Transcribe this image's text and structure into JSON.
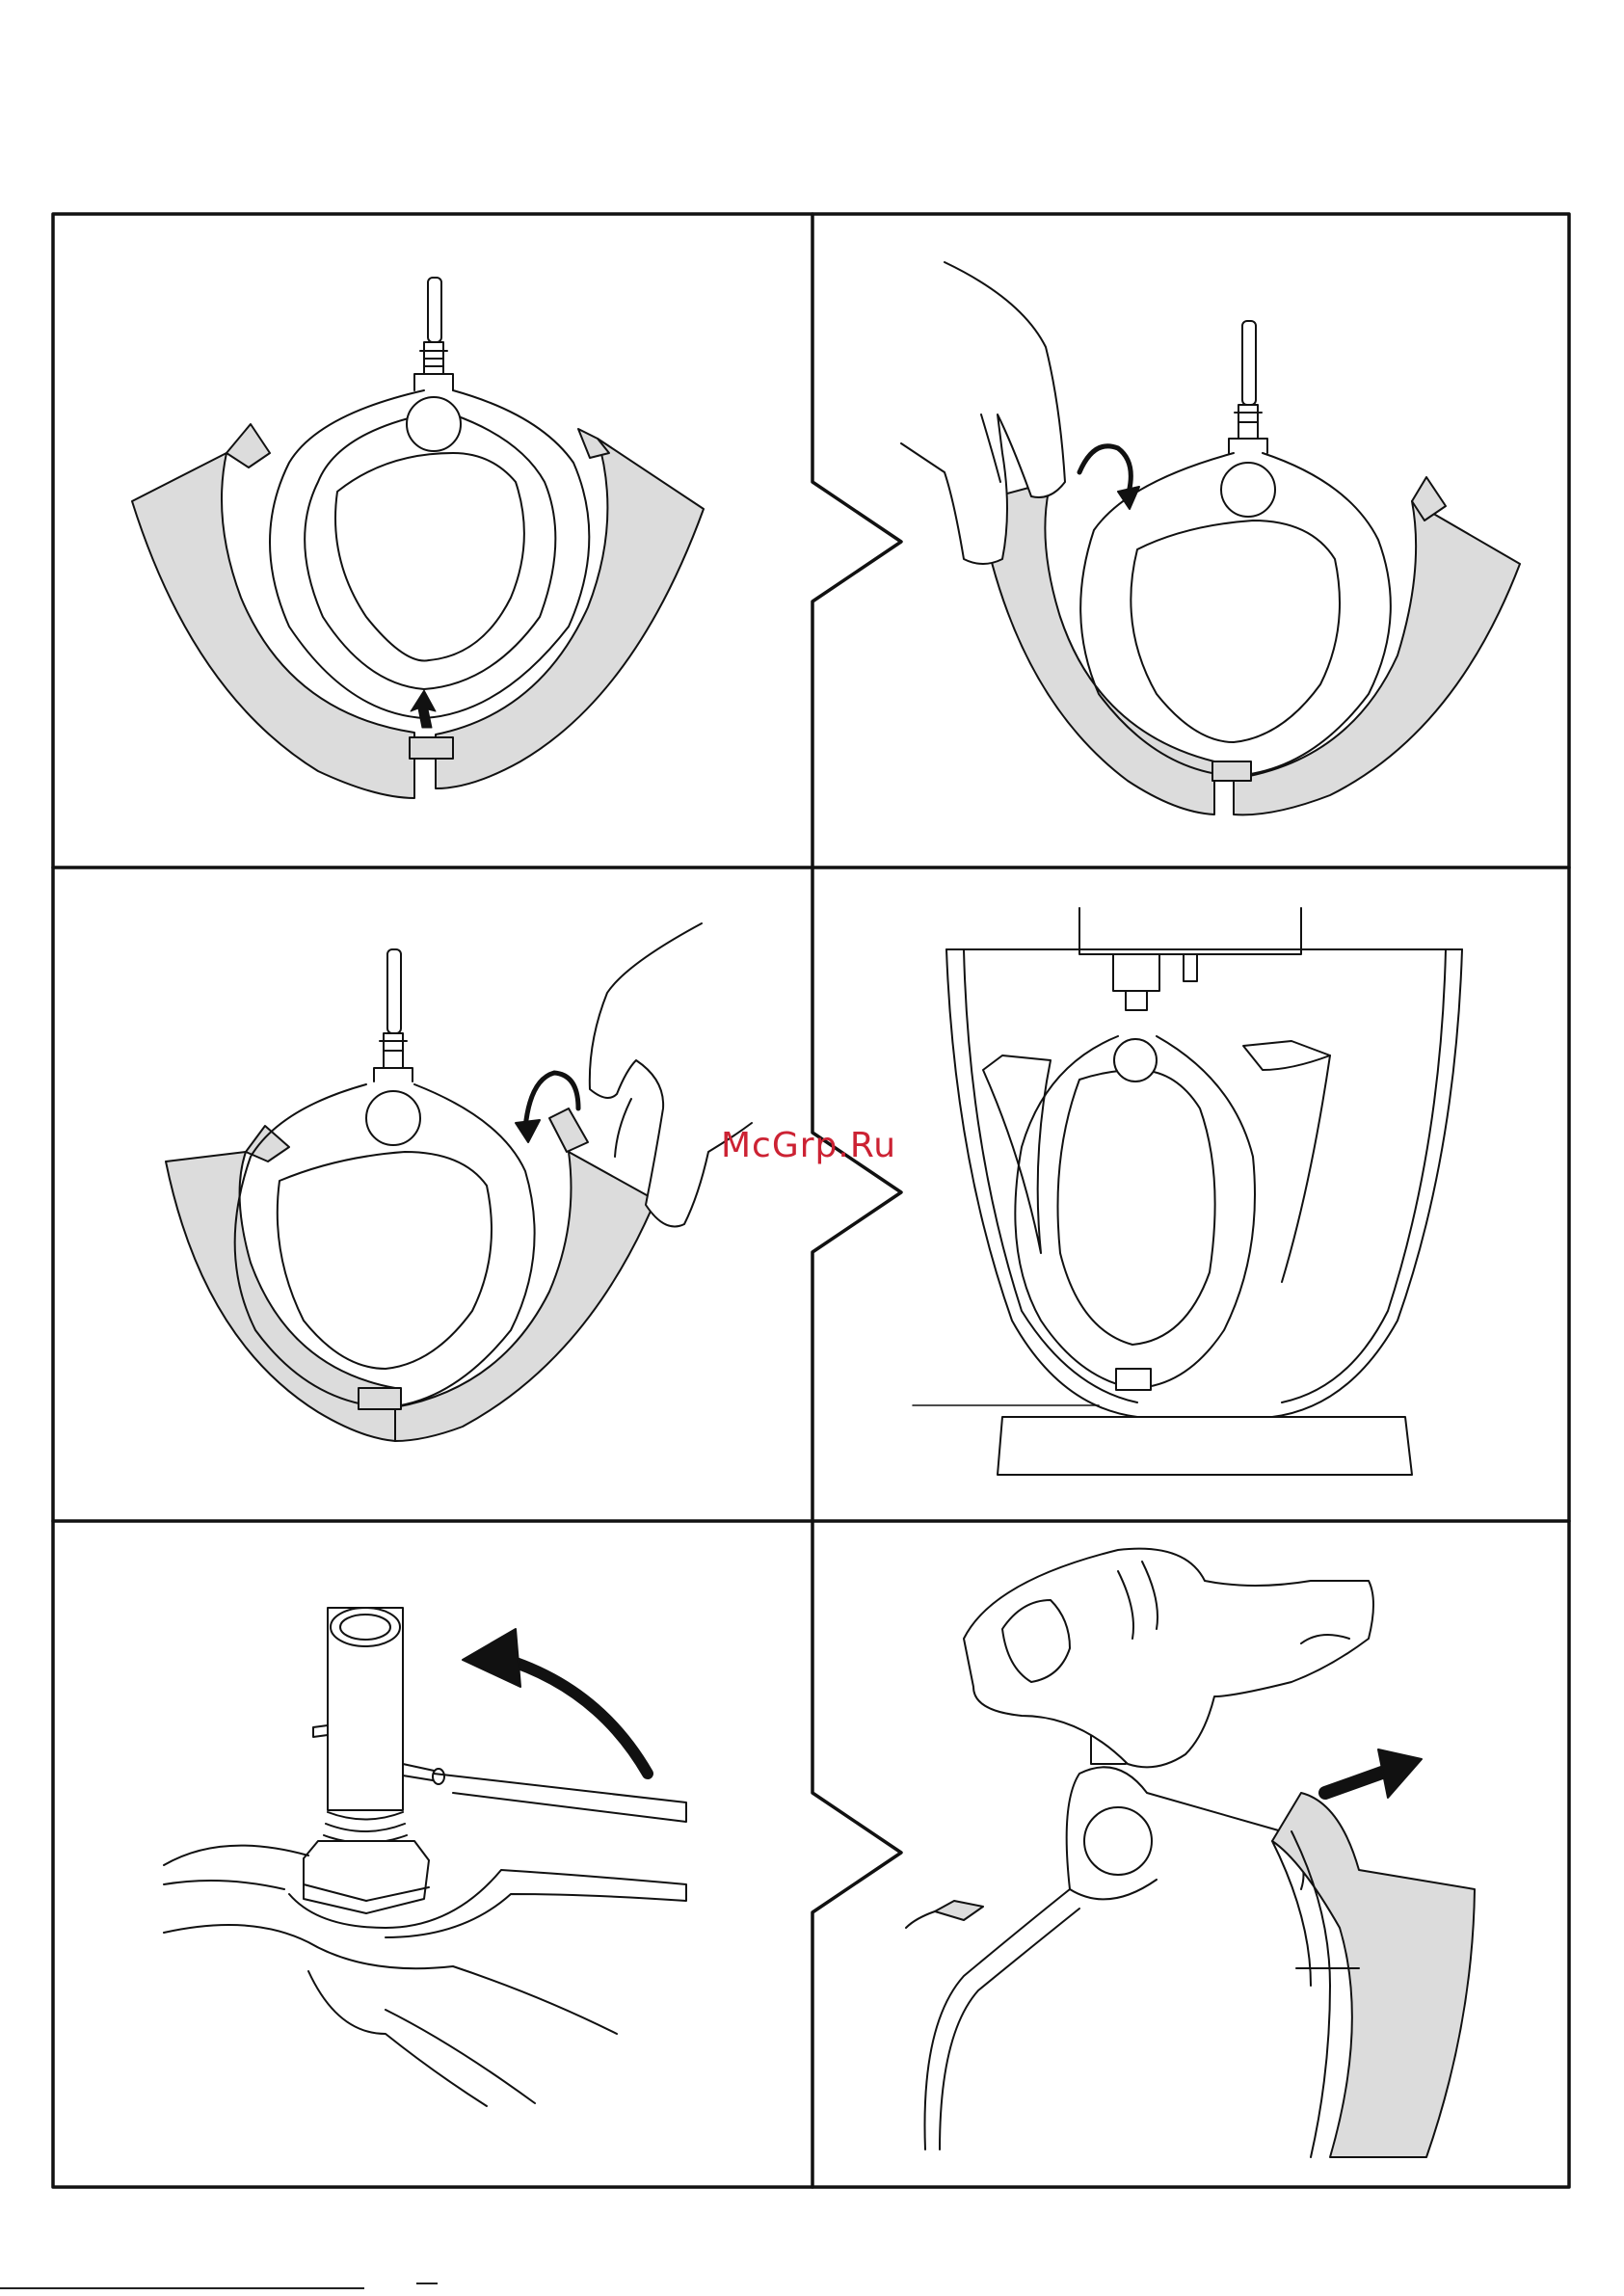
{
  "watermark": {
    "text": "McGrp.Ru",
    "color": "#cc2233"
  },
  "colors": {
    "stroke": "#111111",
    "fill_light": "#dcdcdc",
    "paper": "#ffffff"
  },
  "panels": [
    {
      "id": "1",
      "icon": "beater-insert-arrow-up-icon"
    },
    {
      "id": "2",
      "icon": "hand-rotate-left-icon"
    },
    {
      "id": "3",
      "icon": "hand-rotate-right-icon"
    },
    {
      "id": "4",
      "icon": "beater-in-bowl-icon"
    },
    {
      "id": "5",
      "icon": "wrench-tighten-nut-icon"
    },
    {
      "id": "6",
      "icon": "finger-push-arrow-icon"
    }
  ]
}
